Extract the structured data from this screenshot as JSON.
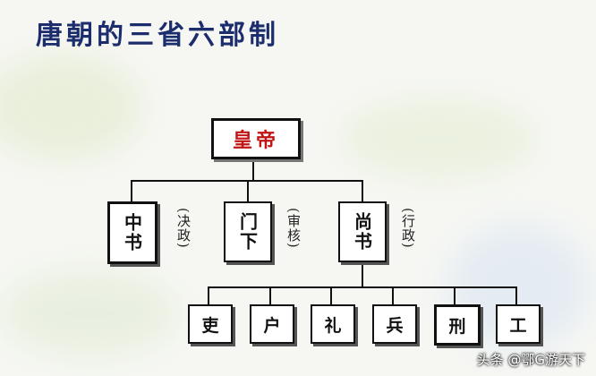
{
  "title": "唐朝的三省六部制",
  "emperor": "皇帝",
  "departments": [
    {
      "name": "中书",
      "function": "(决政)"
    },
    {
      "name": "门下",
      "function": "(审核)"
    },
    {
      "name": "尚书",
      "function": "(行政)"
    }
  ],
  "ministries": [
    "吏",
    "户",
    "礼",
    "兵",
    "刑",
    "工"
  ],
  "watermark": "头条 @鄂G游天下"
}
